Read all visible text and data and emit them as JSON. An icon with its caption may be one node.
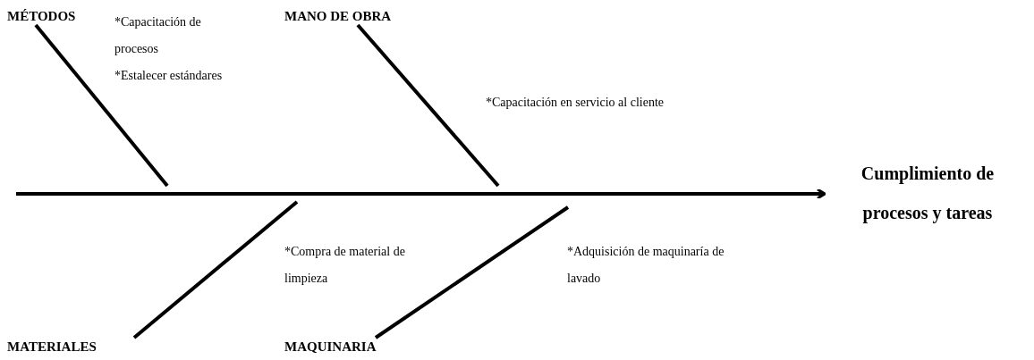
{
  "diagram": {
    "nodes": [
      {
        "text": [
          "MÉTODOS"
        ]
      },
      {
        "text": [
          "MANO DE OBRA"
        ]
      },
      {
        "text": [
          "MATERIALES"
        ]
      },
      {
        "text": [
          "MAQUINARIA"
        ]
      },
      {
        "text": [
          "Cumplimiento de procesos y tareas"
        ]
      }
    ],
    "edges": [
      {
        "from": null,
        "to": 4,
        "arrow": "to"
      },
      {
        "from": 0,
        "to": null,
        "arrow": "none"
      },
      {
        "from": 1,
        "to": null,
        "arrow": "none"
      },
      {
        "from": 2,
        "to": null,
        "arrow": "none"
      },
      {
        "from": 3,
        "to": null,
        "arrow": "none"
      }
    ],
    "labels": [
      "*Capacitación de procesos",
      "*Estalecer estándares",
      "*Capacitación en servicio al cliente",
      "*Compra de material de limpieza",
      "*Adquisición de maquinaría de lavado"
    ]
  }
}
